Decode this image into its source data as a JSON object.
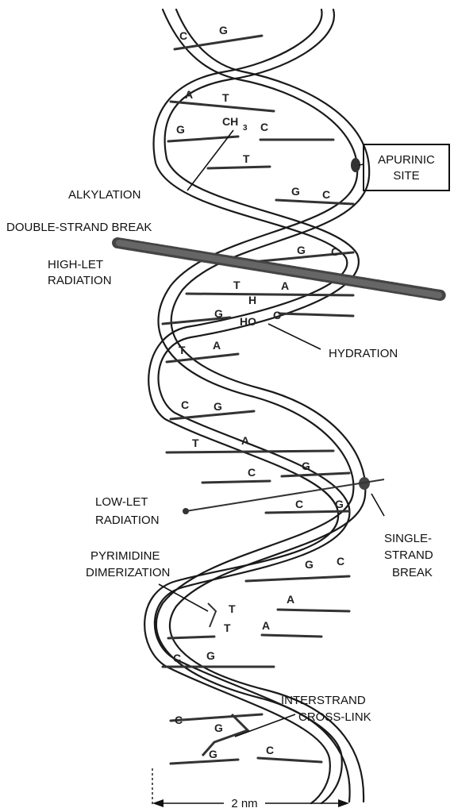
{
  "labels": {
    "apurinic_line1": "APURINIC",
    "apurinic_line2": "SITE",
    "alkylation": "ALKYLATION",
    "double_strand_break": "DOUBLE-STRAND BREAK",
    "high_let_line1": "HIGH-LET",
    "high_let_line2": "RADIATION",
    "hydration": "HYDRATION",
    "low_let_line1": "LOW-LET",
    "low_let_line2": "RADIATION",
    "single_strand_line1": "SINGLE-",
    "single_strand_line2": "STRAND",
    "single_strand_line3": "BREAK",
    "pyrimidine_line1": "PYRIMIDINE",
    "pyrimidine_line2": "DIMERIZATION",
    "interstrand_line1": "INTERSTRAND",
    "interstrand_line2": "CROSS-LINK",
    "scale": "2 nm"
  },
  "groups": {
    "methyl": "CH",
    "methyl_sub": "3",
    "hydration_h": "H",
    "hydration_ho": "HO"
  },
  "bases": [
    {
      "id": "bp1-left",
      "text": "C"
    },
    {
      "id": "bp1-right",
      "text": "G"
    },
    {
      "id": "bp2-left",
      "text": "A"
    },
    {
      "id": "bp2-right",
      "text": "T"
    },
    {
      "id": "bp3-left",
      "text": "G"
    },
    {
      "id": "bp3-right",
      "text": "C"
    },
    {
      "id": "bp4-left",
      "text": "T"
    },
    {
      "id": "bp5-left",
      "text": "G"
    },
    {
      "id": "bp5-right",
      "text": "C"
    },
    {
      "id": "bp6-left",
      "text": "G"
    },
    {
      "id": "bp6-right",
      "text": "C"
    },
    {
      "id": "bp7-left",
      "text": "T"
    },
    {
      "id": "bp7-right",
      "text": "A"
    },
    {
      "id": "bp8-left",
      "text": "G"
    },
    {
      "id": "bp8-right",
      "text": "C"
    },
    {
      "id": "bp9-left",
      "text": "T"
    },
    {
      "id": "bp9-right",
      "text": "A"
    },
    {
      "id": "bp10-left",
      "text": "C"
    },
    {
      "id": "bp10-right",
      "text": "G"
    },
    {
      "id": "bp11-left",
      "text": "T"
    },
    {
      "id": "bp11-right",
      "text": "A"
    },
    {
      "id": "bp12-left",
      "text": "C"
    },
    {
      "id": "bp12-right",
      "text": "G"
    },
    {
      "id": "bp13-left",
      "text": "C"
    },
    {
      "id": "bp13-right",
      "text": "G"
    },
    {
      "id": "bp14-left",
      "text": "G"
    },
    {
      "id": "bp14-right",
      "text": "C"
    },
    {
      "id": "bp15-left",
      "text": "T"
    },
    {
      "id": "bp15-right",
      "text": "A"
    },
    {
      "id": "bp16-left",
      "text": "T"
    },
    {
      "id": "bp16-right",
      "text": "A"
    },
    {
      "id": "bp17-left",
      "text": "C"
    },
    {
      "id": "bp17-right",
      "text": "G"
    },
    {
      "id": "bp18-left",
      "text": "C"
    },
    {
      "id": "bp18-right",
      "text": "G"
    },
    {
      "id": "bp19-left",
      "text": "G"
    },
    {
      "id": "bp19-right",
      "text": "C"
    }
  ]
}
